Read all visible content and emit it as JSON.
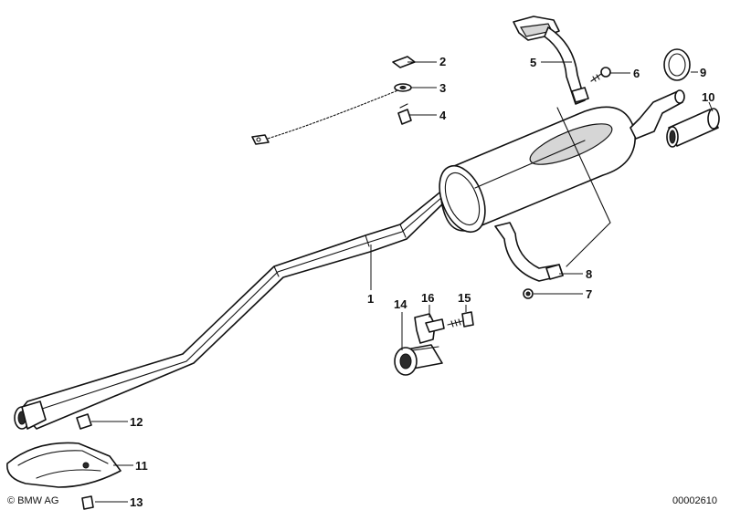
{
  "diagram": {
    "callouts": {
      "c1": "1",
      "c2": "2",
      "c3": "3",
      "c4": "4",
      "c5": "5",
      "c6": "6",
      "c7": "7",
      "c8": "8",
      "c9": "9",
      "c10": "10",
      "c11": "11",
      "c12": "12",
      "c13": "13",
      "c14": "14",
      "c15": "15",
      "c16": "16"
    },
    "copyright": "© BMW AG",
    "figure_number": "00002610"
  }
}
